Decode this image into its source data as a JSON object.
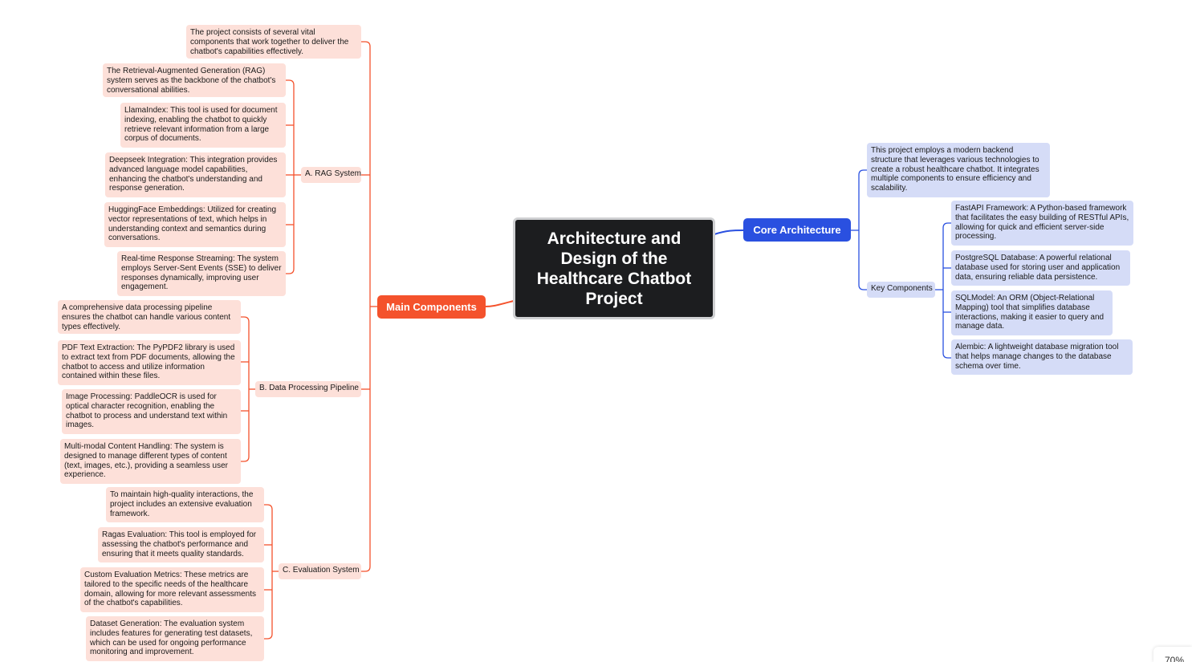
{
  "central_topic": "Architecture and Design of the Healthcare Chatbot Project",
  "colors": {
    "main_branch": "#f4522c",
    "core_branch": "#2a50e0",
    "main_leaf": "#fde0d9",
    "core_leaf": "#d5dcf7",
    "central": "#1c1d1f"
  },
  "main_components": {
    "label": "Main Components",
    "intro": "The project consists of several vital components that work together to deliver the chatbot's capabilities effectively.",
    "rag_system": {
      "label": "A. RAG System",
      "items": [
        "The Retrieval-Augmented Generation (RAG) system serves as the backbone of the chatbot's conversational abilities.",
        "LlamaIndex: This tool is used for document indexing, enabling the chatbot to quickly retrieve relevant information from a large corpus of documents.",
        "Deepseek Integration: This integration provides advanced language model capabilities, enhancing the chatbot's understanding and response generation.",
        "HuggingFace Embeddings: Utilized for creating vector representations of text, which helps in understanding context and semantics during conversations.",
        "Real-time Response Streaming: The system employs Server-Sent Events (SSE) to deliver responses dynamically, improving user engagement."
      ]
    },
    "data_pipeline": {
      "label": "B. Data Processing Pipeline",
      "items": [
        "A comprehensive data processing pipeline ensures the chatbot can handle various content types effectively.",
        "PDF Text Extraction: The PyPDF2 library is used to extract text from PDF documents, allowing the chatbot to access and utilize information contained within these files.",
        "Image Processing: PaddleOCR is used for optical character recognition, enabling the chatbot to process and understand text within images.",
        "Multi-modal Content Handling: The system is designed to manage different types of content (text, images, etc.), providing a seamless user experience."
      ]
    },
    "evaluation": {
      "label": "C. Evaluation System",
      "items": [
        "To maintain high-quality interactions, the project includes an extensive evaluation framework.",
        "Ragas Evaluation: This tool is employed for assessing the chatbot's performance and ensuring that it meets quality standards.",
        "Custom Evaluation Metrics: These metrics are tailored to the specific needs of the healthcare domain, allowing for more relevant assessments of the chatbot's capabilities.",
        "Dataset Generation: The evaluation system includes features for generating test datasets, which can be used for ongoing performance monitoring and improvement."
      ]
    }
  },
  "core_architecture": {
    "label": "Core Architecture",
    "intro": "This project employs a modern backend structure that leverages various technologies to create a robust healthcare chatbot. It integrates multiple components to ensure efficiency and scalability.",
    "key_components": {
      "label": "Key Components",
      "items": [
        "FastAPI Framework: A Python-based framework that facilitates the easy building of RESTful APIs, allowing for quick and efficient server-side processing.",
        "PostgreSQL Database: A powerful relational database used for storing user and application data, ensuring reliable data persistence.",
        "SQLModel: An ORM (Object-Relational Mapping) tool that simplifies database interactions, making it easier to query and manage data.",
        "Alembic: A lightweight database migration tool that helps manage changes to the database schema over time."
      ]
    }
  },
  "zoom": "70%"
}
